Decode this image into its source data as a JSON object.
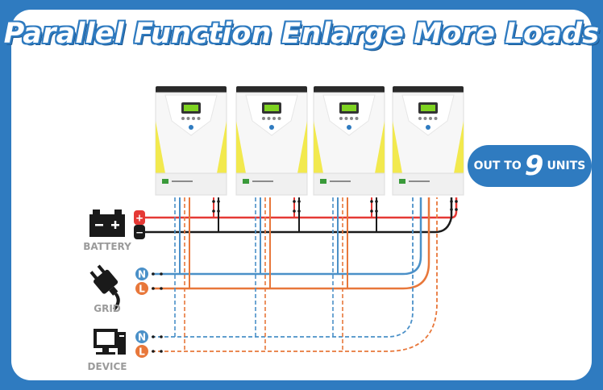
{
  "title": "Parallel Function Enlarge More Loads",
  "badge": {
    "prefix": "OUT TO",
    "number": "9",
    "suffix": "UNITS"
  },
  "sources": [
    {
      "label": "BATTERY",
      "icon": "battery-icon"
    },
    {
      "label": "GRID",
      "icon": "plug-icon"
    },
    {
      "label": "DEVICE",
      "icon": "computer-icon"
    }
  ],
  "terminals": {
    "battery": [
      "+",
      "−"
    ],
    "grid": [
      "N",
      "L"
    ],
    "device": [
      "N",
      "L"
    ]
  },
  "units_shown": 4,
  "colors": {
    "background": "#2f7bc0",
    "positive": "#e53935",
    "negative": "#1a1a1a",
    "neutral": "#4a90c8",
    "line": "#e8773a",
    "accent_yellow": "#f2e94e"
  }
}
